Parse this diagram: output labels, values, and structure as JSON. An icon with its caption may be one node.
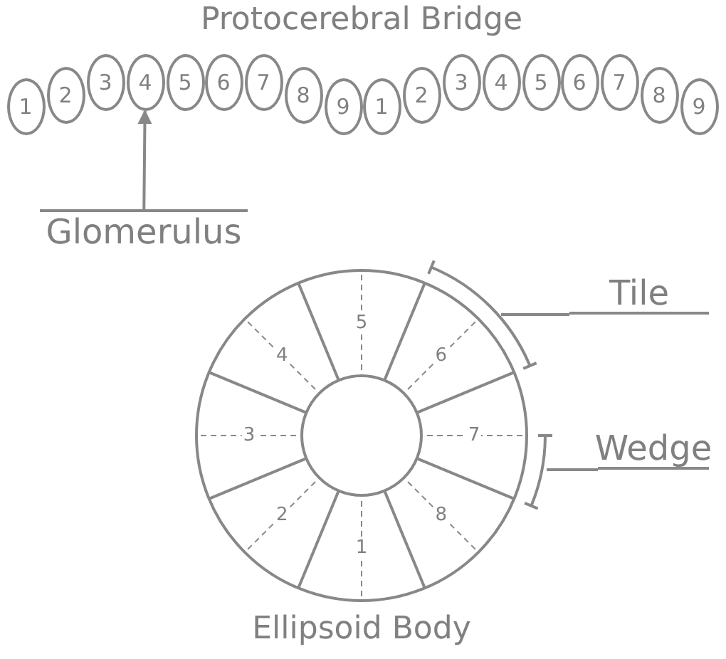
{
  "diagram": {
    "nodes": [
      {
        "text": [
          "1"
        ]
      },
      {
        "text": [
          "2"
        ]
      },
      {
        "text": [
          "3"
        ]
      },
      {
        "text": [
          "4"
        ]
      },
      {
        "text": [
          "5"
        ]
      },
      {
        "text": [
          "6"
        ]
      },
      {
        "text": [
          "7"
        ]
      },
      {
        "text": [
          "8"
        ]
      },
      {
        "text": [
          "9"
        ]
      },
      {
        "text": [
          "1"
        ]
      },
      {
        "text": [
          "2"
        ]
      },
      {
        "text": [
          "3"
        ]
      },
      {
        "text": [
          "4"
        ]
      },
      {
        "text": [
          "5"
        ]
      },
      {
        "text": [
          "6"
        ]
      },
      {
        "text": [
          "7"
        ]
      },
      {
        "text": [
          "8"
        ]
      },
      {
        "text": [
          "9"
        ]
      },
      {
        "text": [
          "Glomerulus"
        ]
      },
      {
        "text": [
          "Tile"
        ]
      },
      {
        "text": [
          "Wedge"
        ]
      }
    ],
    "edges": [
      {
        "from": 18,
        "to": 3,
        "arrow": "to"
      },
      {
        "from": 19,
        "to": null,
        "arrow": "none"
      },
      {
        "from": 20,
        "to": null,
        "arrow": "none"
      }
    ],
    "labels": [
      "Protocerebral Bridge",
      "5",
      "4",
      "6",
      "3",
      "7",
      "2",
      "8",
      "1",
      "Ellipsoid Body"
    ]
  }
}
